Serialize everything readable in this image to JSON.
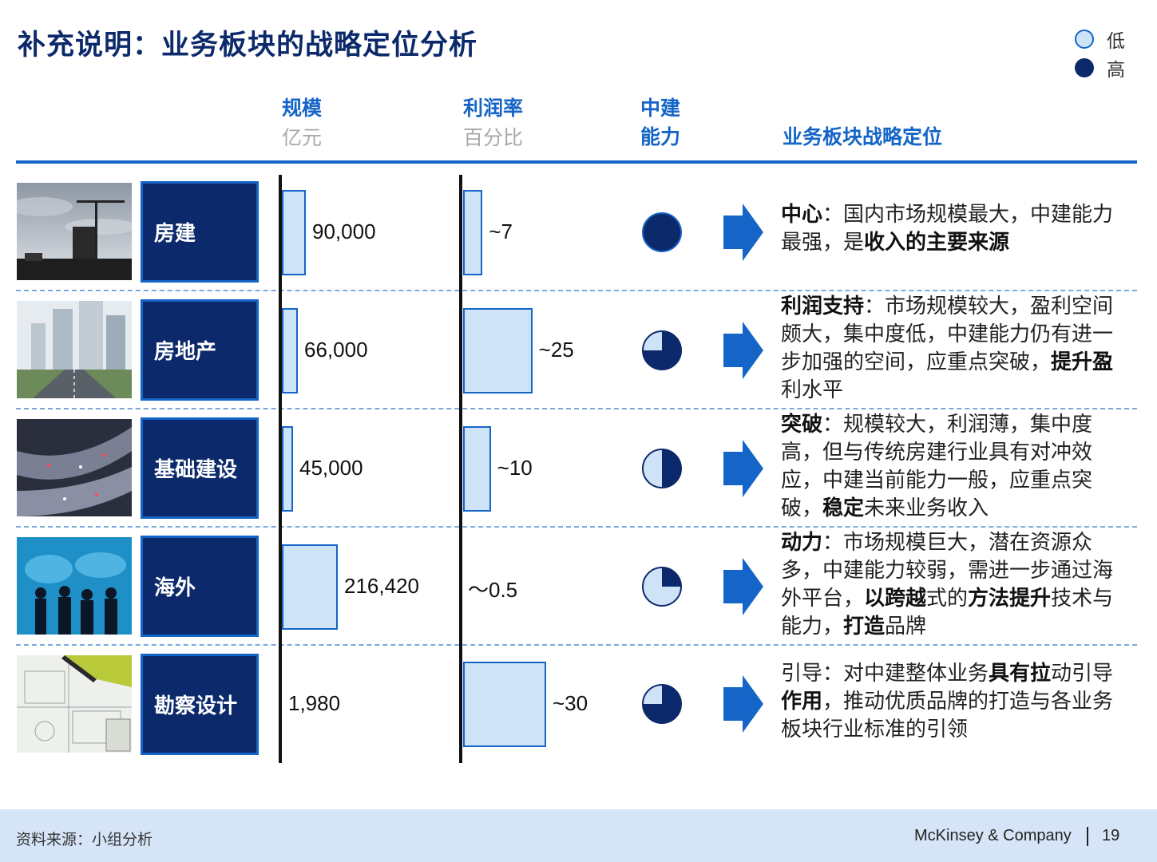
{
  "title": "补充说明：业务板块的战略定位分析",
  "legend": {
    "low": "低",
    "high": "高",
    "low_color": "#cfe3f8",
    "high_color": "#0c2a6b"
  },
  "columns": {
    "scale": {
      "label": "规模",
      "unit": "亿元"
    },
    "margin": {
      "label": "利润率",
      "unit": "百分比"
    },
    "capability": {
      "label_line1": "中建",
      "label_line2": "能力"
    },
    "positioning": {
      "label": "业务板块战略定位"
    }
  },
  "chart_data": {
    "type": "bar",
    "categories": [
      "房建",
      "房地产",
      "基础建设",
      "海外",
      "勘察设计"
    ],
    "series": [
      {
        "name": "规模",
        "values": [
          90000,
          66000,
          45000,
          216420,
          1980
        ],
        "labels": [
          "90,000",
          "66,000",
          "45,000",
          "216,420",
          "1,980"
        ]
      },
      {
        "name": "利润率",
        "values": [
          7,
          25,
          10,
          0.5,
          30
        ],
        "labels": [
          "~7",
          "~25",
          "~10",
          "～0.5",
          "~30"
        ]
      }
    ],
    "capability_levels": [
      1.0,
      0.75,
      0.5,
      0.25,
      0.75
    ]
  },
  "rows": [
    {
      "name": "房建",
      "photo_icon": "construction-crane-photo",
      "desc": [
        {
          "t": "中心",
          "b": true
        },
        {
          "t": "：国内市场规模最大，中建能力最强，是"
        },
        {
          "t": "收入的主要来源",
          "b": true
        }
      ]
    },
    {
      "name": "房地产",
      "photo_icon": "city-highway-photo",
      "desc": [
        {
          "t": "利润支持",
          "b": true
        },
        {
          "t": "：市场规模较大，盈利空间颇大，集中度低，中建能力仍有进一步加强的空间，应重点突破，"
        },
        {
          "t": "提升盈",
          "b": true
        },
        {
          "t": "利水平"
        }
      ]
    },
    {
      "name": "基础建设",
      "photo_icon": "highway-traffic-photo",
      "desc": [
        {
          "t": "突破",
          "b": true
        },
        {
          "t": "：规模较大，利润薄，集中度高，但与传统房建行业具有对冲效应，中建当前能力一般，应重点突破，"
        },
        {
          "t": "稳定",
          "b": true
        },
        {
          "t": "未来业务收入"
        }
      ]
    },
    {
      "name": "海外",
      "photo_icon": "world-map-people-photo",
      "desc": [
        {
          "t": "动力",
          "b": true
        },
        {
          "t": "：市场规模巨大，潜在资源众多，中建能力较弱，需进一步通过海外平台，"
        },
        {
          "t": "以跨越",
          "b": true
        },
        {
          "t": "式的"
        },
        {
          "t": "方法提升",
          "b": true
        },
        {
          "t": "技术与能力，"
        },
        {
          "t": "打造",
          "b": true
        },
        {
          "t": "品牌"
        }
      ]
    },
    {
      "name": "勘察设计",
      "photo_icon": "blueprint-drawing-photo",
      "desc": [
        {
          "t": "引导：对中建整体业务"
        },
        {
          "t": "具有拉",
          "b": true
        },
        {
          "t": "动引导"
        },
        {
          "t": "作用",
          "b": true
        },
        {
          "t": "，推动优质品牌的打造与各业务板块行业标准的引领"
        }
      ]
    }
  ],
  "footer": {
    "source": "资料来源：小组分析",
    "company": "McKinsey & Company",
    "page": "19"
  }
}
